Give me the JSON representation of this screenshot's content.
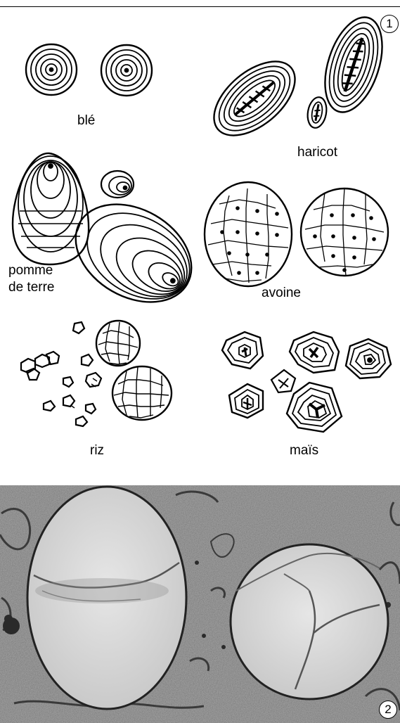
{
  "figure1": {
    "number": "1",
    "labels": {
      "ble": "blé",
      "haricot": "haricot",
      "pomme_de_terre_line1": "pomme",
      "pomme_de_terre_line2": "de terre",
      "avoine": "avoine",
      "riz": "riz",
      "mais": "maïs"
    }
  },
  "figure2": {
    "number": "2"
  }
}
